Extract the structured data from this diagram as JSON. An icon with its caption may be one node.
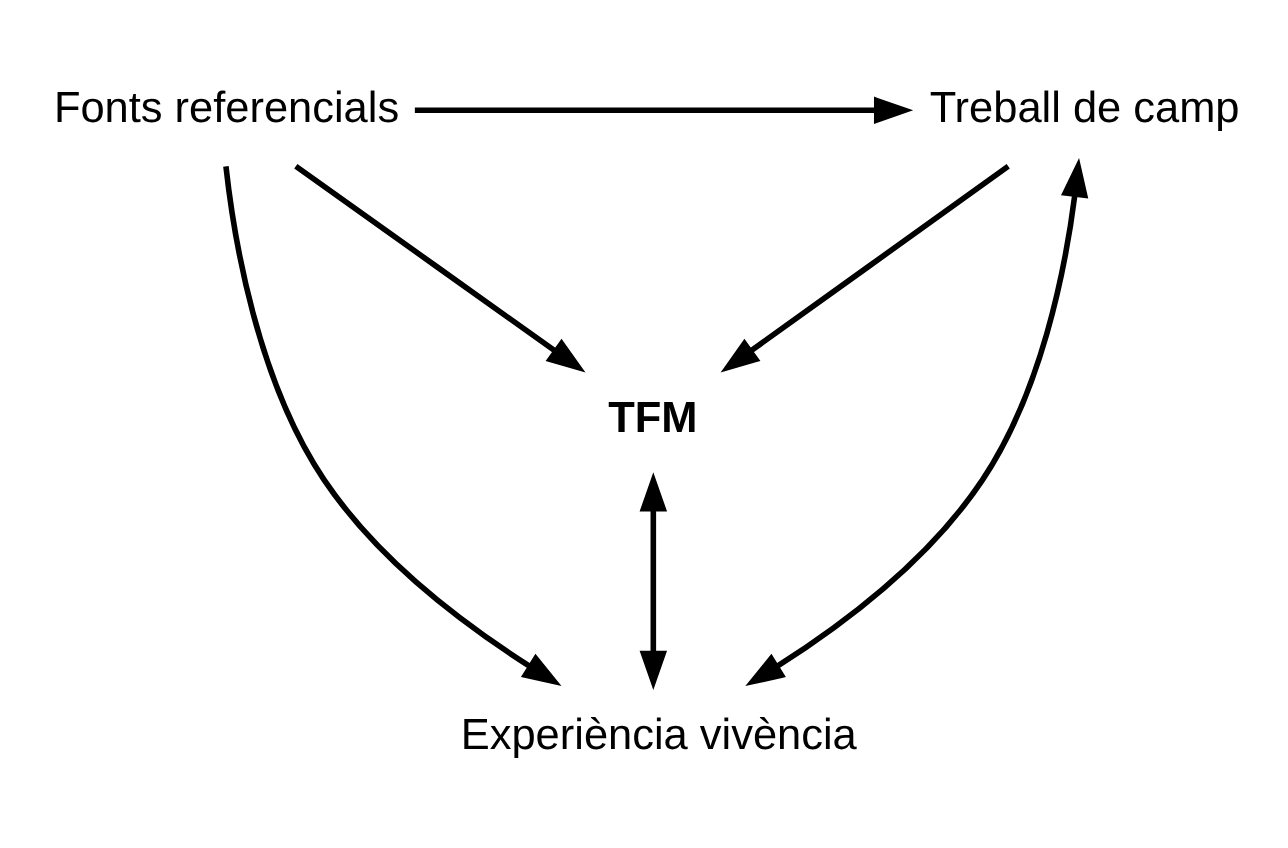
{
  "diagram": {
    "nodes": [
      {
        "text": [
          "Fonts referencials"
        ]
      },
      {
        "text": [
          "Treball de camp"
        ]
      },
      {
        "text": [
          "TFM"
        ]
      },
      {
        "text": [
          "Experiència vivència"
        ]
      }
    ],
    "edges": [
      {
        "from": 0,
        "to": 1,
        "arrow": "to"
      },
      {
        "from": 0,
        "to": 2,
        "arrow": "to"
      },
      {
        "from": 1,
        "to": 2,
        "arrow": "to"
      },
      {
        "from": 0,
        "to": 3,
        "arrow": "to"
      },
      {
        "from": 2,
        "to": 3,
        "arrow": "both"
      },
      {
        "from": 3,
        "to": 1,
        "arrow": "both"
      }
    ]
  }
}
